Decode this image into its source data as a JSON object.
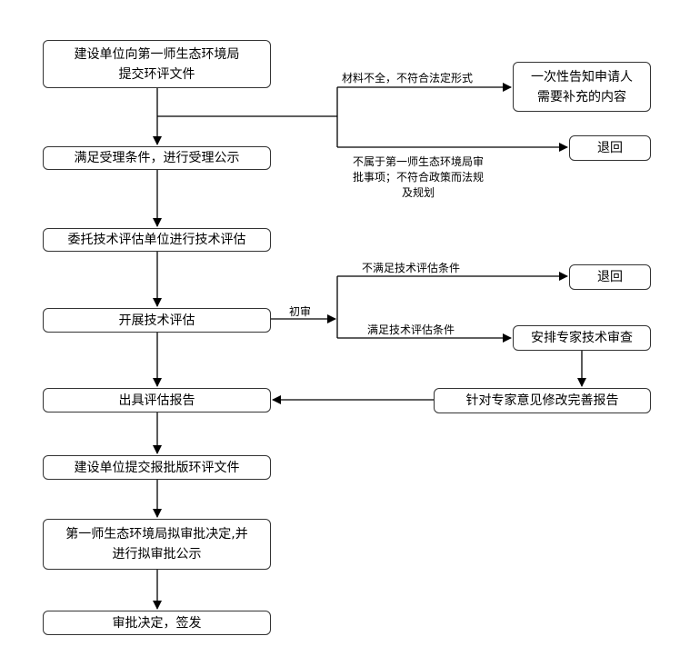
{
  "main_flow": {
    "submit": "建设单位向第一师生态环境局\n提交环评文件",
    "accept": "满足受理条件，进行受理公示",
    "entrust": "委托技术评估单位进行技术评估",
    "evaluate": "开展技术评估",
    "report": "出具评估报告",
    "approval_docs": "建设单位提交报批版环评文件",
    "draft_decision": "第一师生态环境局拟审批决定,并\n进行拟审批公示",
    "final": "审批决定，签发"
  },
  "branches": {
    "notify": "一次性告知申请人\n需要补充的内容",
    "return_top": "退回",
    "return_mid": "退回",
    "expert_review": "安排专家技术审查",
    "revise": "针对专家意见修改完善报告"
  },
  "labels": {
    "incomplete": "材料不全，不符合法定形式",
    "not_jurisdiction": "不属于第一师生态环境局审\n批事项；不符合政策而法规\n及规划",
    "preliminary": "初审",
    "not_meet": "不满足技术评估条件",
    "meet": "满足技术评估条件"
  }
}
